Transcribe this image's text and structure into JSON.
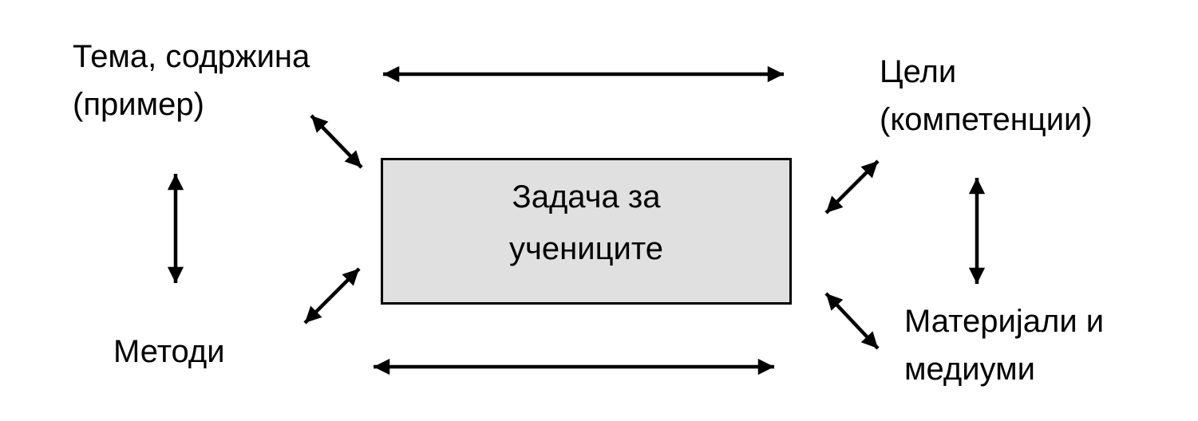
{
  "colors": {
    "background": "#ffffff",
    "box_fill": "#e0e0e0",
    "box_border": "#000000",
    "arrow": "#000000",
    "text": "#000000"
  },
  "diagram": {
    "center_box": {
      "line1": "Задача за",
      "line2": "учениците"
    },
    "nodes": {
      "topic": {
        "line1": "Тема, содржина",
        "line2": "(пример)"
      },
      "goals": {
        "line1": "Цели",
        "line2": "(компетенции)"
      },
      "methods": {
        "line1": "Методи"
      },
      "materials": {
        "line1": "Материјали и",
        "line2": "медиуми"
      }
    },
    "arrows": [
      {
        "name": "arrow-topic-goals",
        "type": "double-headed-horizontal",
        "between": [
          "Тема, содржина (пример)",
          "Цели (компетенции)"
        ]
      },
      {
        "name": "arrow-methods-materials",
        "type": "double-headed-horizontal",
        "between": [
          "Методи",
          "Материјали и медиуми"
        ]
      },
      {
        "name": "arrow-topic-methods",
        "type": "double-headed-vertical",
        "between": [
          "Тема, содржина (пример)",
          "Методи"
        ]
      },
      {
        "name": "arrow-goals-materials",
        "type": "double-headed-vertical",
        "between": [
          "Цели (компетенции)",
          "Материјали и медиуми"
        ]
      },
      {
        "name": "arrow-topic-task",
        "type": "double-headed-diagonal",
        "between": [
          "Тема, содржина (пример)",
          "Задача за учениците"
        ]
      },
      {
        "name": "arrow-methods-task",
        "type": "double-headed-diagonal",
        "between": [
          "Методи",
          "Задача за учениците"
        ]
      },
      {
        "name": "arrow-goals-task",
        "type": "double-headed-diagonal",
        "between": [
          "Цели (компетенции)",
          "Задача за учениците"
        ]
      },
      {
        "name": "arrow-materials-task",
        "type": "double-headed-diagonal",
        "between": [
          "Материјали и медиуми",
          "Задача за учениците"
        ]
      }
    ]
  }
}
